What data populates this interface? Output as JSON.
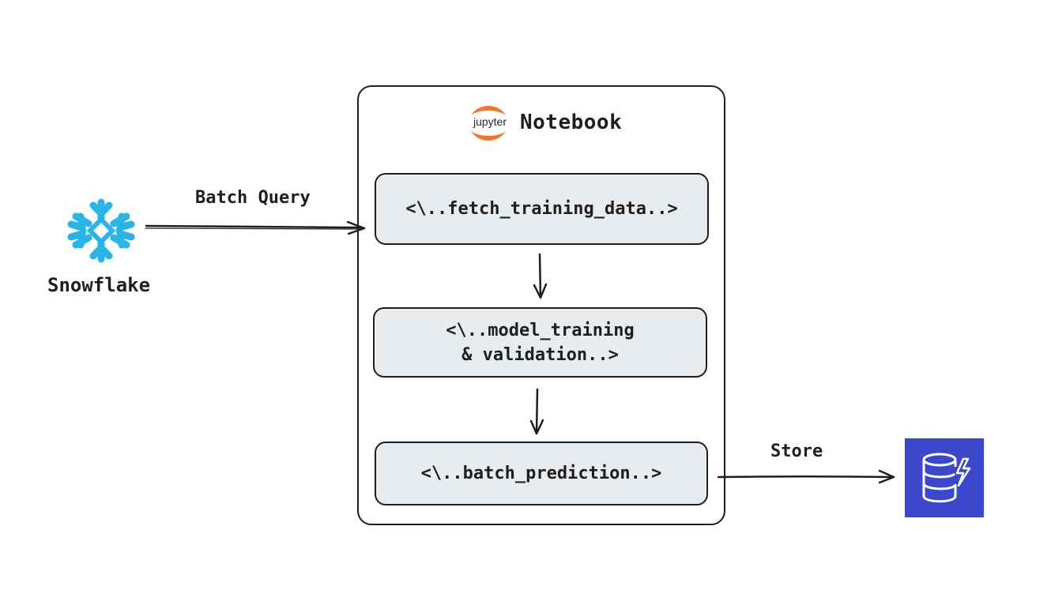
{
  "source": {
    "name": "Snowflake",
    "icon": "snowflake-icon",
    "color": "#29b5e8"
  },
  "container": {
    "title": "Notebook",
    "logo": {
      "icon": "jupyter-logo-icon",
      "text": "jupyter",
      "color": "#f37626"
    }
  },
  "steps": [
    {
      "label": "<\\..fetch_training_data..>"
    },
    {
      "label": "<\\..model_training\n& validation..>"
    },
    {
      "label": "<\\..batch_prediction..>"
    }
  ],
  "edges": {
    "batch_query": "Batch Query",
    "store": "Store"
  },
  "sink": {
    "icon": "dynamodb-icon",
    "color": "#3b48cc"
  },
  "colors": {
    "stroke": "#1e1e1e",
    "step_fill": "#e9ecef"
  }
}
